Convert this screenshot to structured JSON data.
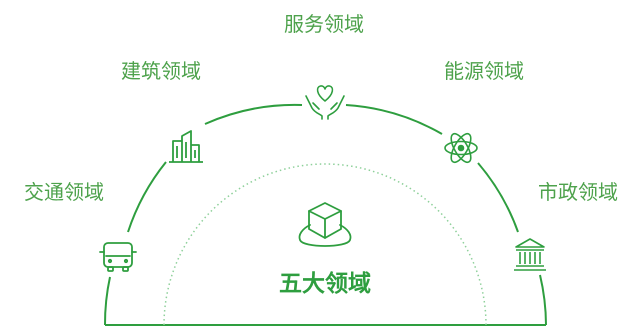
{
  "colors": {
    "primary": "#2e9e3f",
    "label": "#4ea24c",
    "title": "#2e9e3f",
    "dotted": "#8ed09a",
    "background": "#ffffff"
  },
  "center": {
    "title": "五大领域",
    "icon": "cube-on-platform-icon"
  },
  "domains": [
    {
      "label": "交通领域",
      "icon": "bus-icon"
    },
    {
      "label": "建筑领域",
      "icon": "building-icon"
    },
    {
      "label": "服务领域",
      "icon": "heart-hands-icon"
    },
    {
      "label": "能源领域",
      "icon": "atom-icon"
    },
    {
      "label": "市政领域",
      "icon": "government-building-icon"
    }
  ]
}
